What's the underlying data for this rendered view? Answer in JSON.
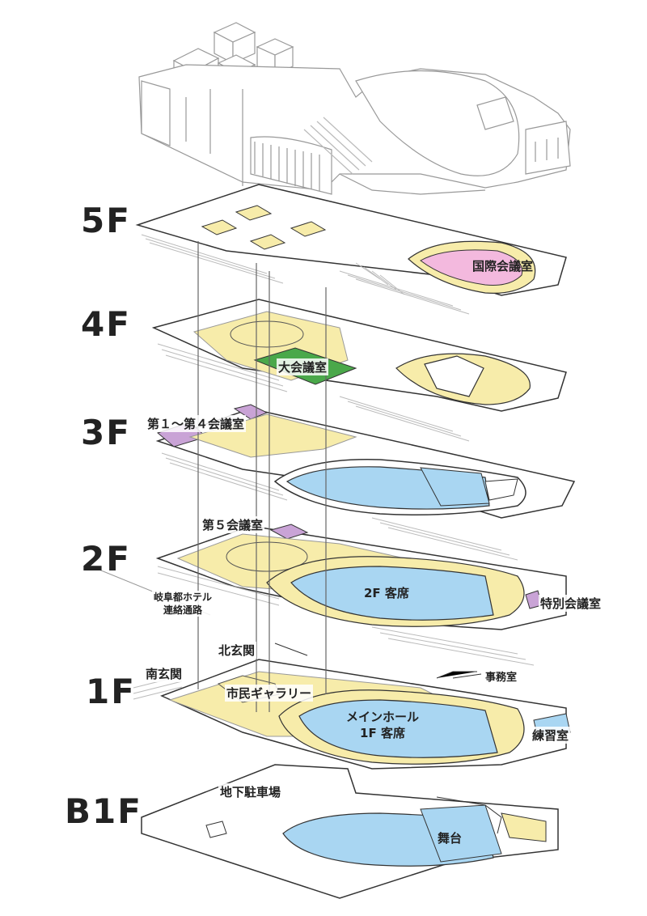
{
  "floors": {
    "f5": "5F",
    "f4": "4F",
    "f3": "3F",
    "f2": "2F",
    "f1": "1F",
    "b1": "B1F"
  },
  "rooms": {
    "international_conference": "国際会議室",
    "large_conference": "大会議室",
    "conference_1_4": "第１～第４会議室",
    "conference_5": "第５会議室",
    "seats_2f": "2F 客席",
    "special_conference": "特別会議室",
    "hotel_passage_line1": "岐阜都ホテル",
    "hotel_passage_line2": "連絡通路",
    "north_entrance": "北玄関",
    "south_entrance": "南玄関",
    "office": "事務室",
    "citizen_gallery": "市民ギャラリー",
    "main_hall_line1": "メインホール",
    "main_hall_line2": "1F 客席",
    "practice_room": "練習室",
    "underground_parking": "地下駐車場",
    "stage": "舞台"
  },
  "colors": {
    "corridor": "#f7ecaa",
    "seating": "#a9d6f2",
    "conference": "#c9a3d6",
    "large_conference": "#4aa84a",
    "international": "#f3b9de",
    "outline": "#333333",
    "line": "#999999"
  }
}
